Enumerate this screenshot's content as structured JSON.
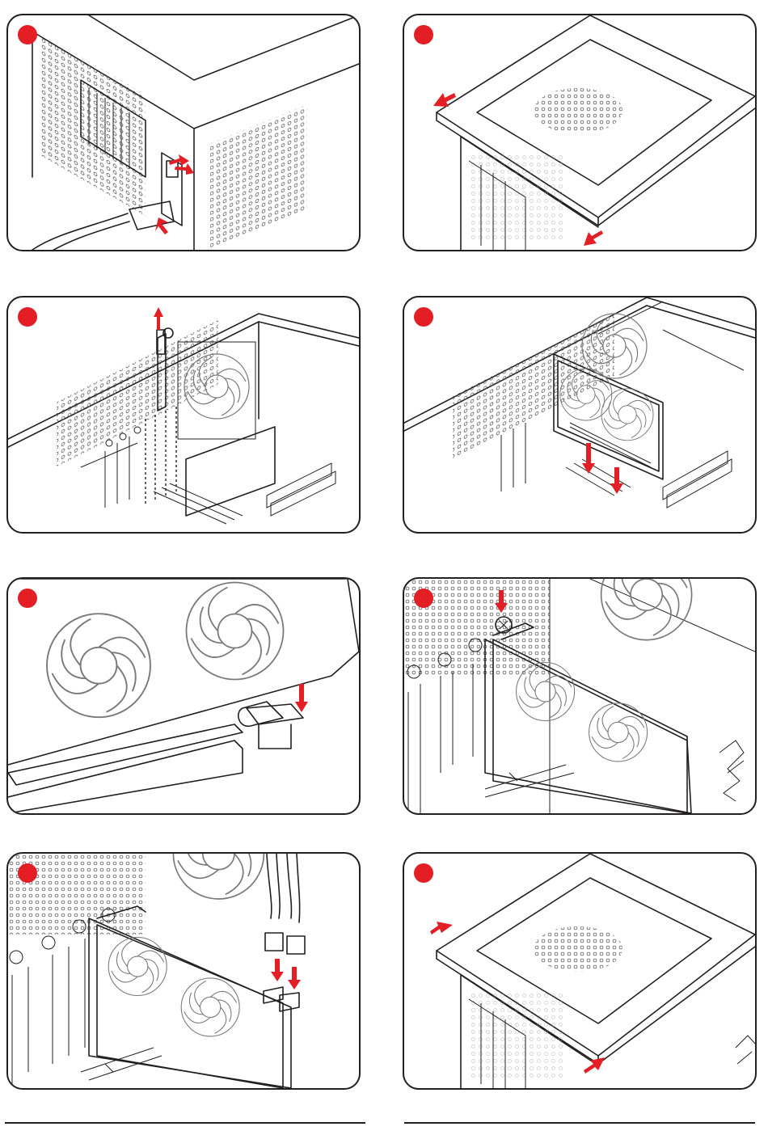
{
  "steps": [
    {
      "id": 1,
      "scene": "disconnect-power"
    },
    {
      "id": 2,
      "scene": "remove-side-panel"
    },
    {
      "id": 3,
      "scene": "remove-slot-bracket"
    },
    {
      "id": 4,
      "scene": "insert-graphics-card"
    },
    {
      "id": 5,
      "scene": "press-card-into-slot"
    },
    {
      "id": 6,
      "scene": "secure-bracket-screw"
    },
    {
      "id": 7,
      "scene": "connect-power-cables"
    },
    {
      "id": 8,
      "scene": "reinstall-side-panel"
    }
  ],
  "colors": {
    "accent": "#e31e24",
    "line": "#231f20"
  }
}
